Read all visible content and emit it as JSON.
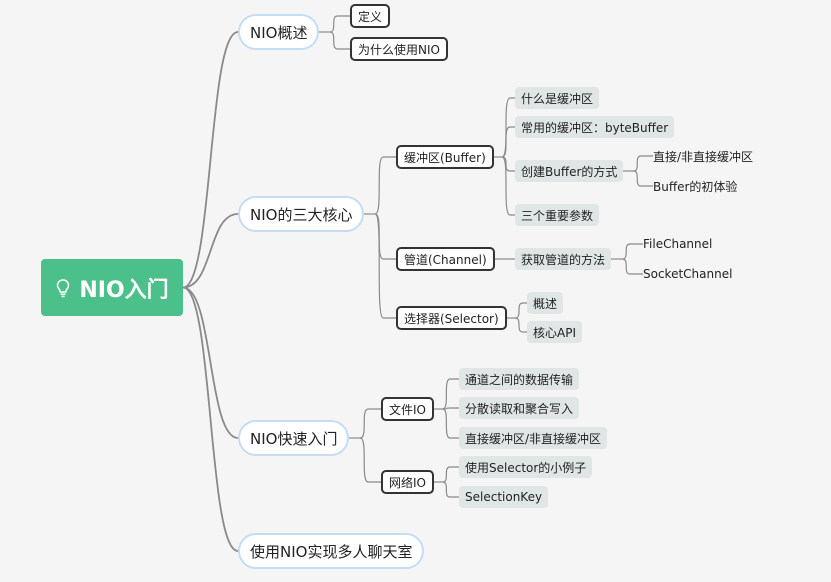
{
  "root": {
    "label": "NIO入门",
    "icon": "lightbulb-icon",
    "color": "#4cc08b"
  },
  "nodes": {
    "overview": "NIO概述",
    "definition": "定义",
    "why_nio": "为什么使用NIO",
    "three_cores": "NIO的三大核心",
    "buffer": "缓冲区(Buffer)",
    "what_buffer": "什么是缓冲区",
    "common_buffer": "常用的缓冲区：byteBuffer",
    "create_buffer": "创建Buffer的方式",
    "direct_indirect": "直接/非直接缓冲区",
    "buffer_first": "Buffer的初体验",
    "three_params": "三个重要参数",
    "channel": "管道(Channel)",
    "get_channel": "获取管道的方法",
    "file_channel": "FileChannel",
    "socket_channel": "SocketChannel",
    "selector": "选择器(Selector)",
    "selector_overview": "概述",
    "core_api": "核心API",
    "quick_start": "NIO快速入门",
    "file_io": "文件IO",
    "channel_transfer": "通道之间的数据传输",
    "scatter_gather": "分散读取和聚合写入",
    "direct_indirect_2": "直接缓冲区/非直接缓冲区",
    "network_io": "网络IO",
    "selector_example": "使用Selector的小例子",
    "selection_key": "SelectionKey",
    "chat_room": "使用NIO实现多人聊天室"
  },
  "colors": {
    "edge": "#8a8a8a",
    "l1_border": "#c5ddf4",
    "l2_border": "#333333",
    "pill_bg": "#e0e6e6"
  }
}
